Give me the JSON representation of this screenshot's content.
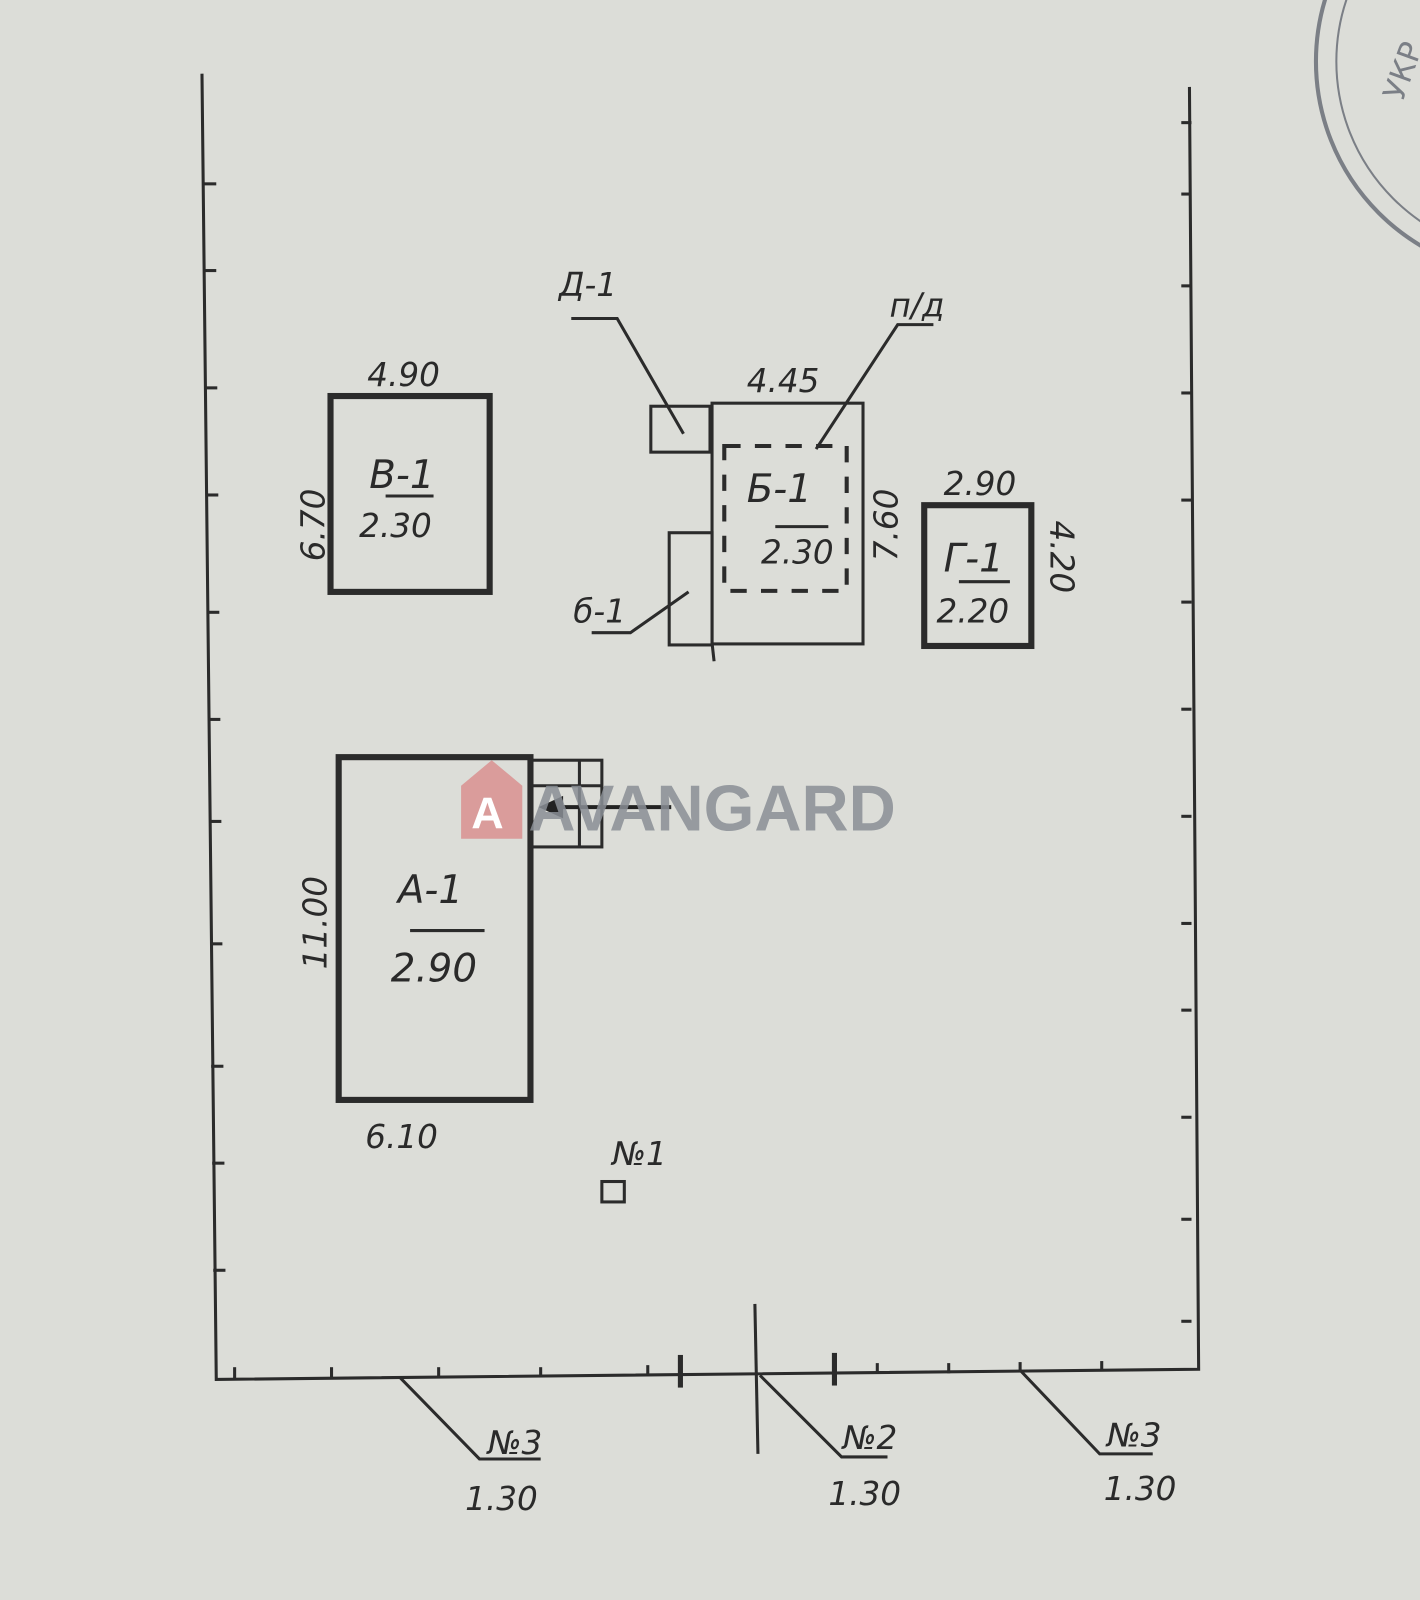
{
  "stamp_text": "УКР",
  "watermark": "AVANGARD",
  "buildings": {
    "a": {
      "label": "А-1",
      "height": "2.90",
      "width_dim": "6.10",
      "length_dim": "11.00"
    },
    "b": {
      "label": "Б-1",
      "height": "2.30",
      "width_dim": "4.45",
      "length_dim": "7.60",
      "basement": "п/д"
    },
    "v": {
      "label": "В-1",
      "height": "2.30",
      "width_dim": "4.90",
      "length_dim": "6.70"
    },
    "g": {
      "label": "Г-1",
      "height": "2.20",
      "width_dim": "2.90",
      "length_dim": "4.20"
    },
    "d": {
      "label": "Д-1"
    },
    "b_small": {
      "label": "б-1"
    }
  },
  "well": {
    "label": "№1"
  },
  "fences": [
    {
      "label": "№3",
      "height": "1.30"
    },
    {
      "label": "№2",
      "height": "1.30"
    },
    {
      "label": "№3",
      "height": "1.30"
    }
  ]
}
